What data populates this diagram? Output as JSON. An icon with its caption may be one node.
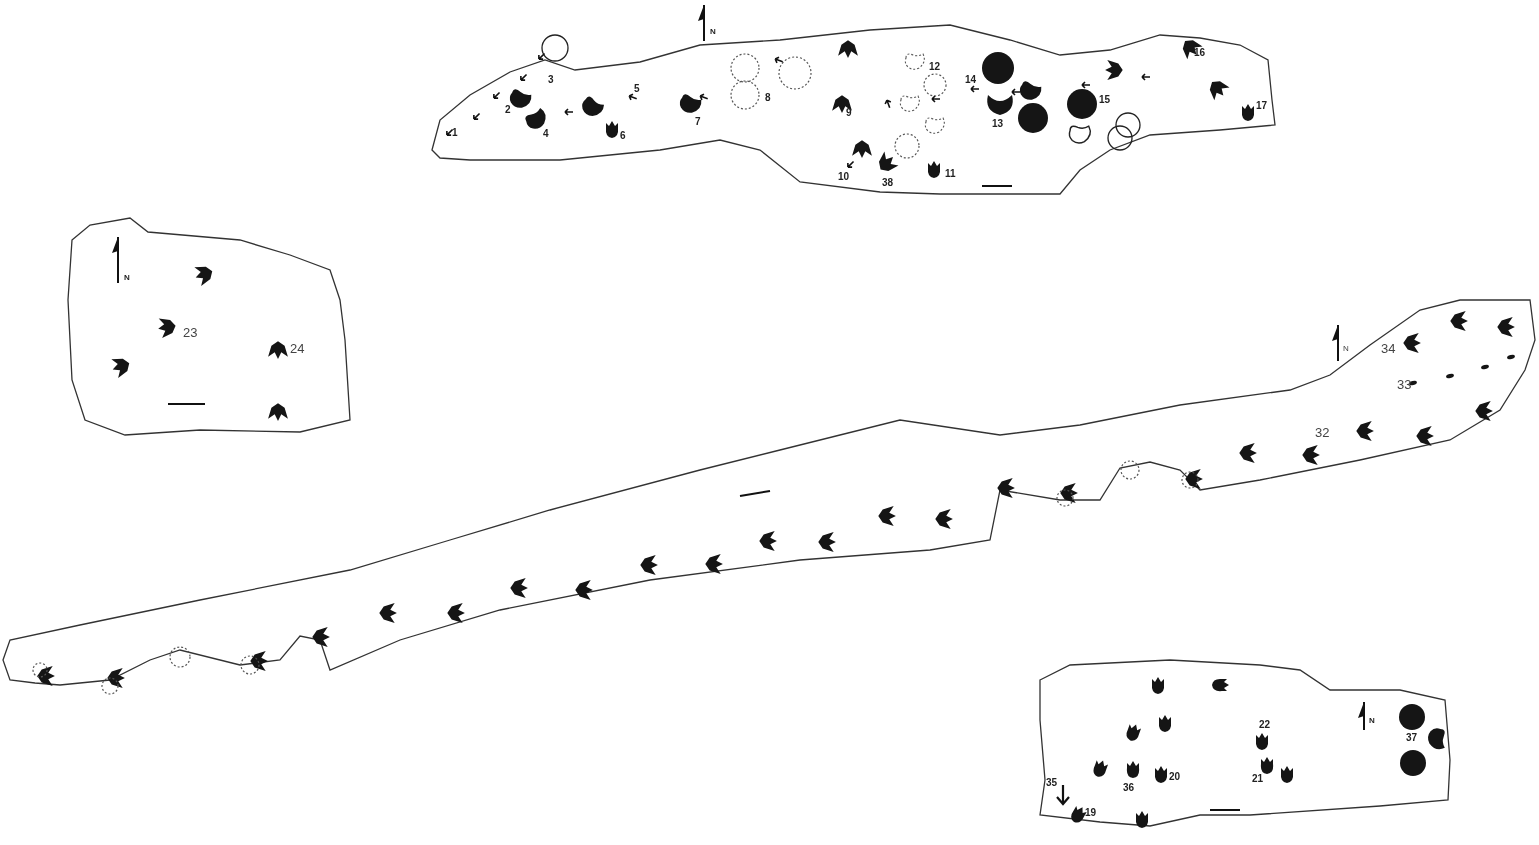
{
  "diagram": {
    "labels": [
      "N",
      "3",
      "5",
      "12",
      "14",
      "16",
      "2",
      "8",
      "15",
      "17",
      "4",
      "6",
      "7",
      "9",
      "13",
      "1",
      "10",
      "38",
      "11",
      "N",
      "23",
      "24",
      "N",
      "34",
      "33",
      "32",
      "22",
      "N",
      "37",
      "21",
      "36",
      "20",
      "35",
      "19"
    ]
  }
}
